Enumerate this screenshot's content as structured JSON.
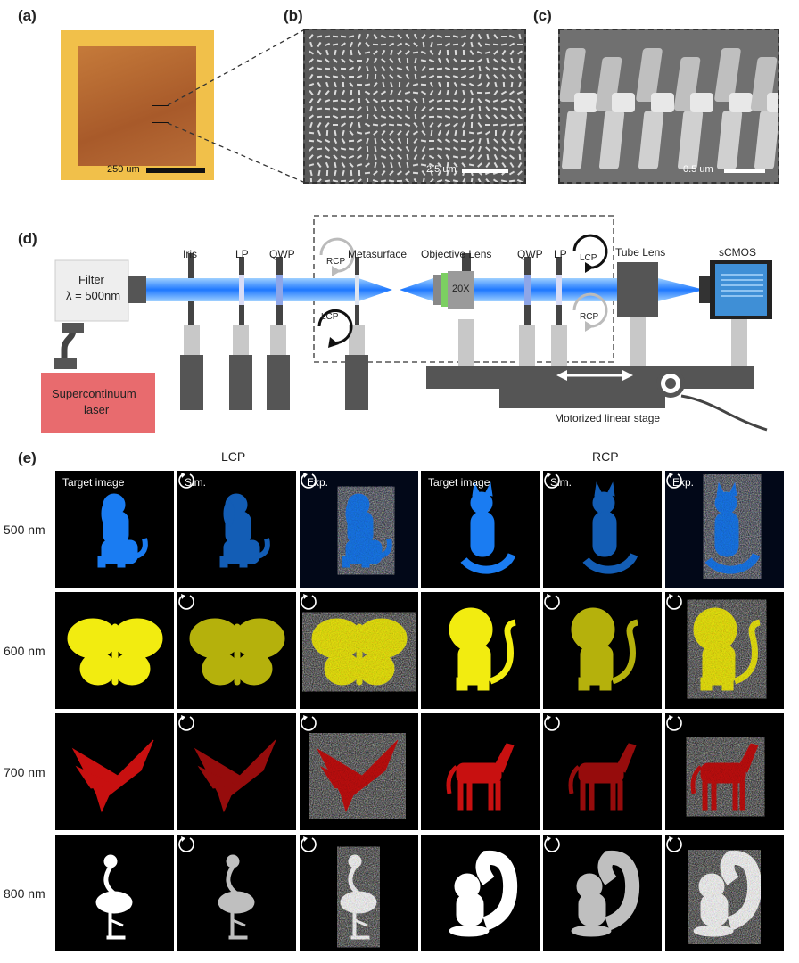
{
  "panels": {
    "a": {
      "label": "(a)",
      "scale": "250 um"
    },
    "b": {
      "label": "(b)",
      "scale": "2.5 um"
    },
    "c": {
      "label": "(c)",
      "scale": "0.5 um"
    },
    "d": {
      "label": "(d)"
    },
    "e": {
      "label": "(e)"
    }
  },
  "setup": {
    "filter": "Filter",
    "lambda": "λ = 500nm",
    "laser_line1": "Supercontinuum",
    "laser_line2": "laser",
    "iris": "Iris",
    "lp1": "LP",
    "qwp1": "QWP",
    "metasurface": "Metasurface",
    "objective": "Objective Lens",
    "mag": "20X",
    "qwp2": "QWP",
    "lp2": "LP",
    "tube": "Tube Lens",
    "camera": "sCMOS",
    "rcp_top": "RCP",
    "lcp_bottom": "LCP",
    "lcp_right": "LCP",
    "rcp_right": "RCP",
    "stage": "Motorized linear stage"
  },
  "grid": {
    "lcp_header": "LCP",
    "rcp_header": "RCP",
    "col_labels": [
      "Target image",
      "Sim.",
      "Exp.",
      "Target image",
      "Sim.",
      "Exp."
    ],
    "rows": [
      {
        "wavelength": "500 nm",
        "color": "#1a7cf2",
        "left": "dog",
        "right": "cat"
      },
      {
        "wavelength": "600 nm",
        "color": "#f2ec10",
        "left": "butterfly",
        "right": "lion"
      },
      {
        "wavelength": "700 nm",
        "color": "#c81010",
        "left": "bird",
        "right": "horse"
      },
      {
        "wavelength": "800 nm",
        "color": "#ffffff",
        "left": "flamingo",
        "right": "squirrel"
      }
    ]
  }
}
